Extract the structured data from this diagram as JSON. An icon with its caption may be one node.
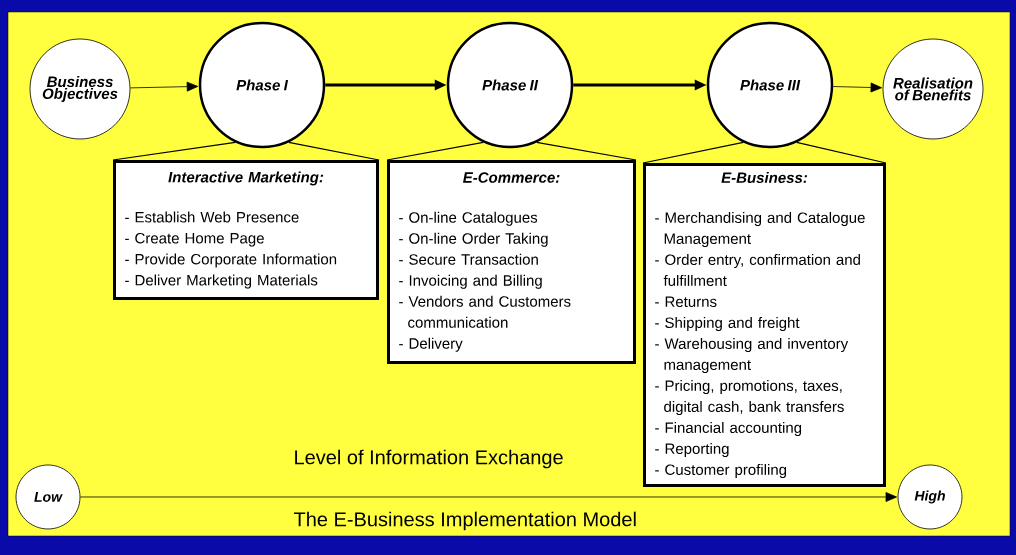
{
  "diagram": {
    "nodes": [
      {
        "text": [
          "Business Objectives"
        ]
      },
      {
        "text": [
          "Phase I"
        ]
      },
      {
        "text": [
          "Phase II"
        ]
      },
      {
        "text": [
          "Phase III"
        ]
      },
      {
        "text": [
          "Realisation of Benefits"
        ]
      },
      {
        "text": [
          "Interactive Marketing:",
          "- Establish Web Presence",
          "- Create Home Page",
          "- Provide Corporate Information",
          "- Deliver Marketing Materials"
        ]
      },
      {
        "text": [
          "E-Commerce:",
          "- On-line Catalogues",
          "- On-line Order Taking",
          "- Secure Transaction",
          "- Invoicing and Billing",
          "- Vendors and Customers communication",
          "- Delivery"
        ]
      },
      {
        "text": [
          "E-Business:",
          "- Merchandising and Catalogue Management",
          "- Order entry, confirmation and fulfillment",
          "- Returns",
          "- Shipping and freight",
          "- Warehousing and inventory management",
          "- Pricing, promotions, taxes, digital cash, bank transfers",
          "- Financial accounting",
          "- Reporting",
          "- Customer profiling"
        ]
      },
      {
        "text": [
          "Low"
        ]
      },
      {
        "text": [
          "High"
        ]
      }
    ],
    "edges": [
      {
        "from": 0,
        "to": 1,
        "arrow": "to"
      },
      {
        "from": 1,
        "to": 2,
        "arrow": "to",
        "style": "thick"
      },
      {
        "from": 2,
        "to": 3,
        "arrow": "to",
        "style": "thick"
      },
      {
        "from": 3,
        "to": 4,
        "arrow": "to"
      },
      {
        "from": 1,
        "to": 5,
        "arrow": "none"
      },
      {
        "from": 2,
        "to": 6,
        "arrow": "none"
      },
      {
        "from": 3,
        "to": 7,
        "arrow": "none"
      },
      {
        "from": 8,
        "to": 9,
        "arrow": "to"
      }
    ],
    "labels": [
      "Level of Information Exchange",
      "The E-Business Implementation Model"
    ]
  }
}
